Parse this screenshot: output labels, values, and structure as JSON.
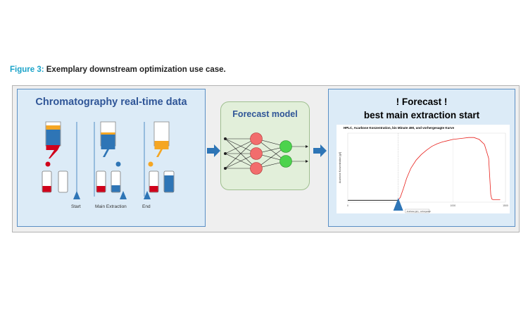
{
  "caption": {
    "label": "Figure 3:",
    "text": " Exemplary downstream optimization use case."
  },
  "panel_data": {
    "title": "Chromatography real-time data",
    "stages": [
      "Start",
      "Main Extraction",
      "End"
    ]
  },
  "panel_model": {
    "title": "Forecast model"
  },
  "panel_forecast": {
    "title_line1": "! Forecast !",
    "title_line2": "best main extraction start",
    "chart_title": "HPLC, Acarbose Konzentration, bis Minute 490, und vorhergesagte Kurve",
    "ylabel": "Acarbose Konzentration [g/l]",
    "legend": "Acarbose [g/L] · vorhergesagt"
  },
  "chart_data": {
    "type": "line",
    "title": "HPLC, Acarbose Konzentration, bis Minute 490, und vorhergesagte Kurve",
    "xlabel": "",
    "ylabel": "Acarbose Konzentration [g/l]",
    "xlim": [
      0,
      1500
    ],
    "ylim": [
      0,
      110
    ],
    "x_ticks": [
      0,
      1000,
      1500
    ],
    "series": [
      {
        "name": "Acarbose [g/L]",
        "x": [
          0,
          200,
          400,
          480
        ],
        "y": [
          3,
          3,
          3,
          3
        ]
      },
      {
        "name": "vorhergesagt",
        "x": [
          480,
          500,
          530,
          560,
          600,
          650,
          700,
          750,
          800,
          850,
          900,
          950,
          1000,
          1050,
          1100,
          1150,
          1200,
          1250,
          1300,
          1340,
          1360,
          1370,
          1380,
          1400,
          1450
        ],
        "y": [
          3,
          8,
          22,
          38,
          54,
          67,
          76,
          83,
          89,
          93,
          96,
          98,
          100,
          101,
          102,
          103,
          103,
          100,
          92,
          70,
          12,
          5,
          4,
          4,
          4
        ]
      }
    ],
    "colors": [
      "#000000",
      "#e8211c"
    ]
  }
}
